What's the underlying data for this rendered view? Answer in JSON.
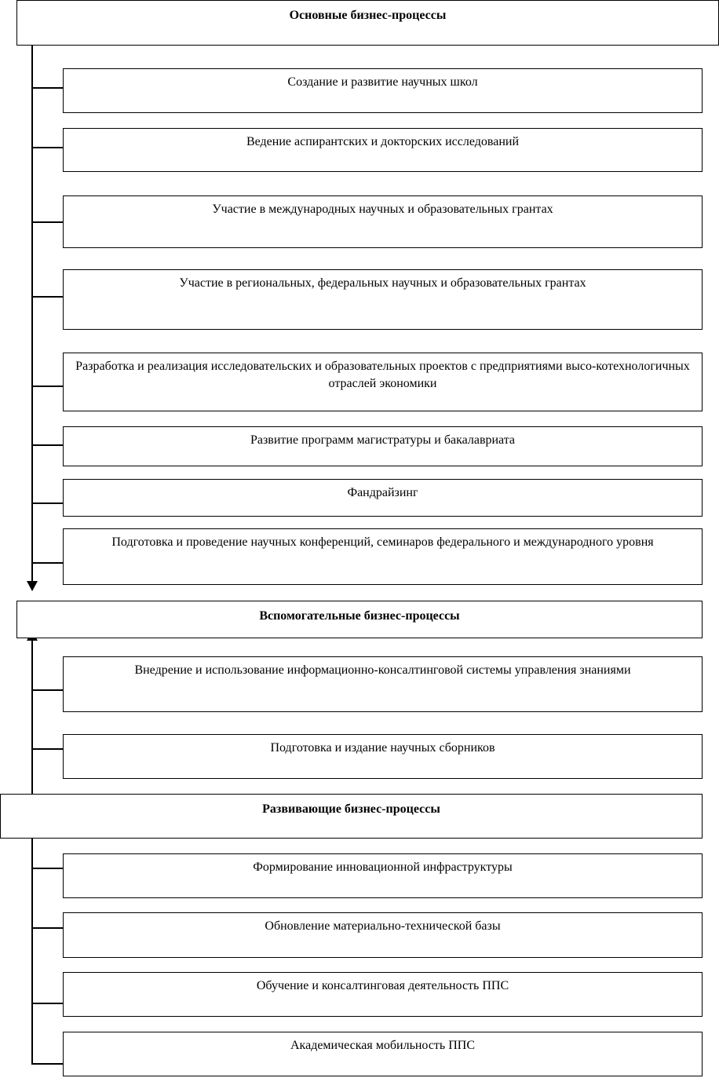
{
  "diagram": {
    "main": {
      "title": "Основные бизнес-процессы",
      "items": [
        "Создание и развитие научных школ",
        "Ведение аспирантских и докторских исследований",
        "Участие в международных научных и образовательных грантах",
        "Участие в региональных, федеральных научных и образовательных грантах",
        "Разработка и реализация исследовательских и образовательных проектов с предприятиями высо-котехнологичных отраслей экономики",
        "Развитие программ магистратуры и бакалавриата",
        "Фандрайзинг",
        "Подготовка и проведение научных конференций, семинаров федерального и международного уровня"
      ]
    },
    "auxiliary": {
      "title": "Вспомогательные бизнес-процессы",
      "items": [
        "Внедрение и использование информационно-консалтинговой системы управления знаниями",
        "Подготовка и издание научных сборников"
      ]
    },
    "developing": {
      "title": "Развивающие бизнес-процессы",
      "items": [
        "Формирование инновационной инфраструктуры",
        "Обновление материально-технической базы",
        "Обучение и консалтинговая деятельность ППС",
        "Академическая мобильность ППС"
      ]
    }
  }
}
